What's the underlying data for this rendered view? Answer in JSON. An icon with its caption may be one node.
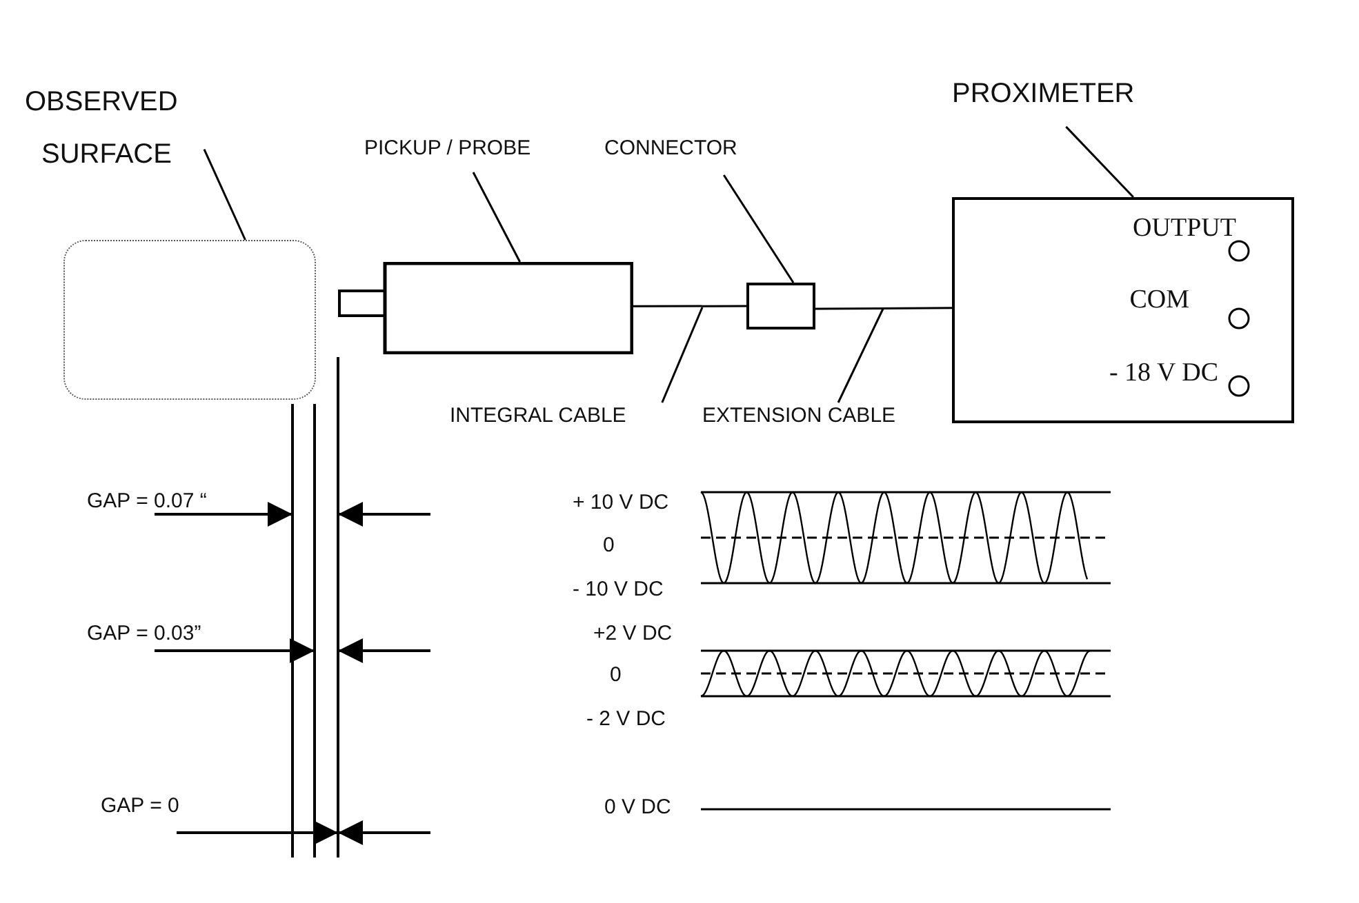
{
  "diagram": {
    "nodes": [
      {
        "text": [
          "OBSERVED SURFACE"
        ]
      },
      {
        "text": [],
        "shape": "box"
      },
      {
        "text": [
          "PICKUP / PROBE"
        ]
      },
      {
        "text": [],
        "shape": "box"
      },
      {
        "text": [
          "CONNECTOR"
        ]
      },
      {
        "text": [],
        "shape": "box"
      },
      {
        "text": [
          "PROXIMETER"
        ]
      },
      {
        "text": [
          "OUTPUT",
          "COM",
          "- 18 V DC"
        ]
      },
      {
        "text": [
          "INTEGRAL CABLE"
        ]
      },
      {
        "text": [
          "EXTENSION CABLE"
        ]
      }
    ],
    "edges": [
      {
        "from": 0,
        "to": 1,
        "arrow": "none"
      },
      {
        "from": 2,
        "to": 3,
        "arrow": "none"
      },
      {
        "from": 4,
        "to": 5,
        "arrow": "none"
      },
      {
        "from": 6,
        "to": 7,
        "arrow": "none"
      },
      {
        "from": 3,
        "to": 5,
        "arrow": "none"
      },
      {
        "from": 5,
        "to": 7,
        "arrow": "none"
      },
      {
        "from": 8,
        "to": null,
        "arrow": "none"
      },
      {
        "from": 9,
        "to": null,
        "arrow": "none"
      }
    ],
    "labels": [
      "GAP  = 0.07 “",
      "+ 10 V DC",
      "0",
      "- 10 V DC",
      "GAP = 0.03”",
      "+2 V DC",
      "0",
      "- 2 V DC",
      "GAP = 0",
      "0 V DC"
    ]
  }
}
